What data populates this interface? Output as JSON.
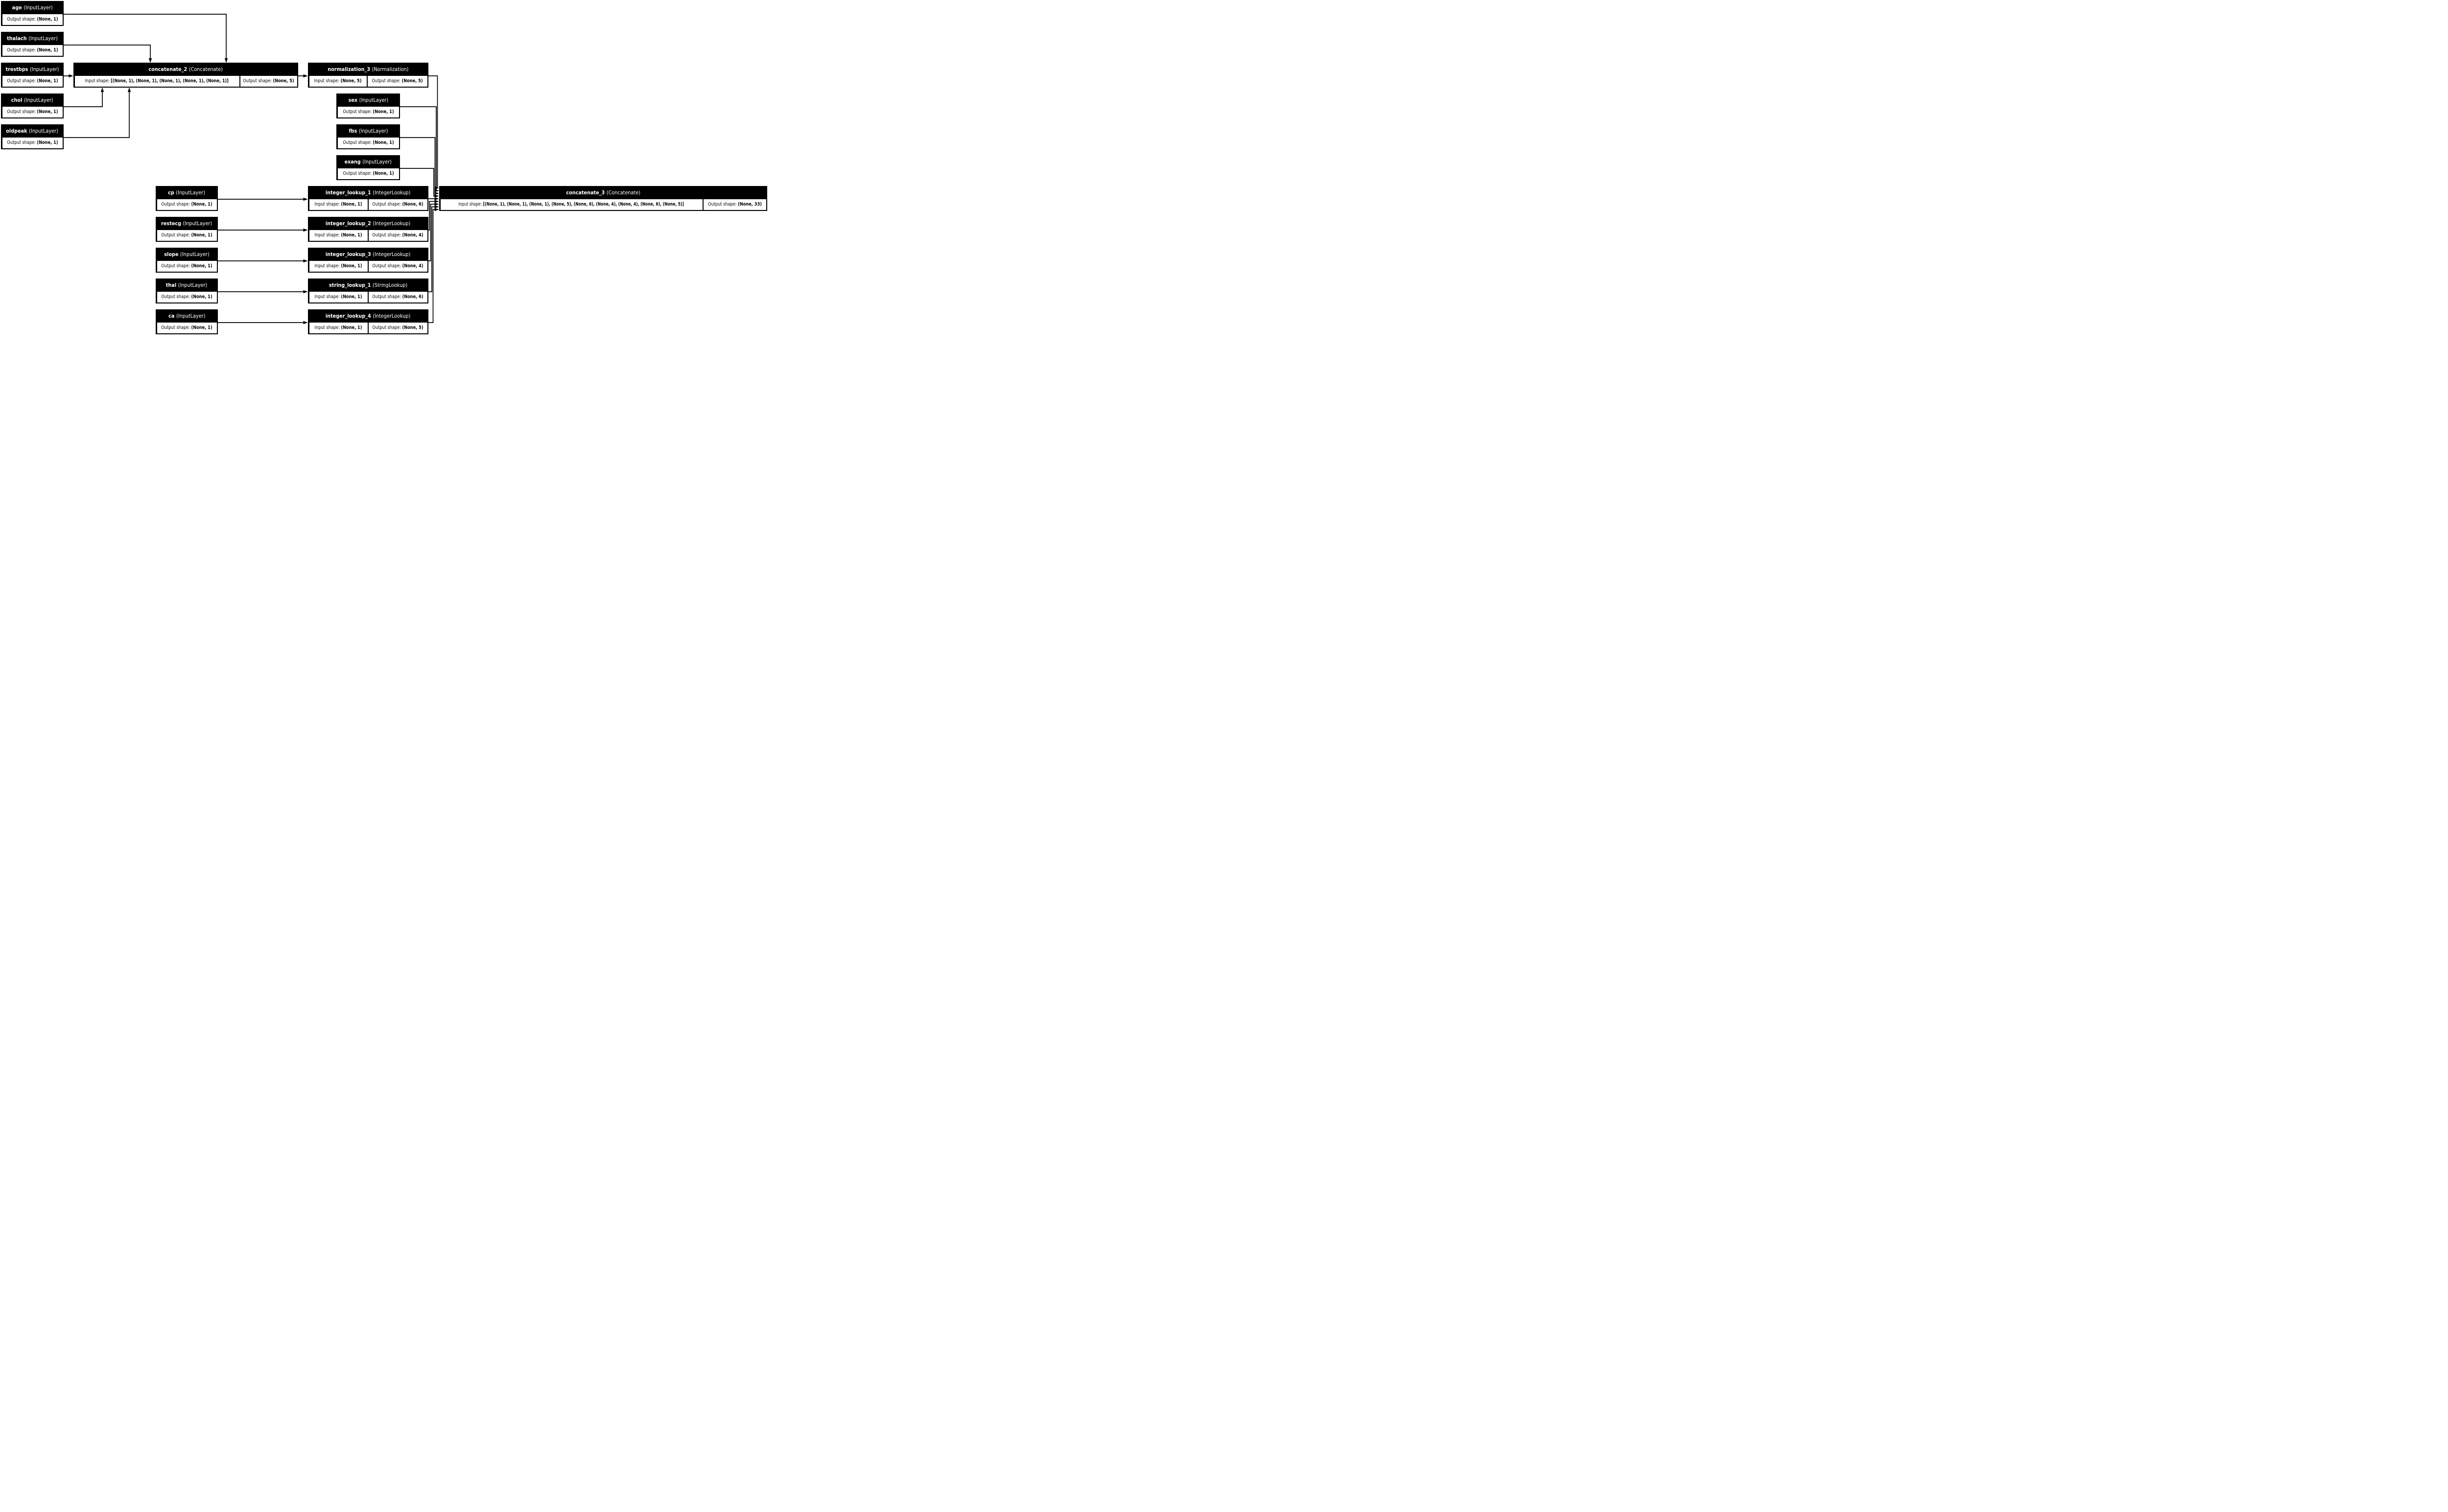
{
  "labels": {
    "input_shape": "Input shape:",
    "output_shape": "Output shape:"
  },
  "colors": {
    "node_bg": "#000000",
    "node_text": "#ffffff",
    "cell_bg": "#ffffff",
    "cell_text": "#000000",
    "edge": "#000000",
    "background": "#ffffff"
  },
  "nodes": [
    {
      "id": "age",
      "name": "age",
      "type": "(InputLayer)",
      "output_shape": "(None, 1)"
    },
    {
      "id": "thalach",
      "name": "thalach",
      "type": "(InputLayer)",
      "output_shape": "(None, 1)"
    },
    {
      "id": "trestbps",
      "name": "trestbps",
      "type": "(InputLayer)",
      "output_shape": "(None, 1)"
    },
    {
      "id": "chol",
      "name": "chol",
      "type": "(InputLayer)",
      "output_shape": "(None, 1)"
    },
    {
      "id": "oldpeak",
      "name": "oldpeak",
      "type": "(InputLayer)",
      "output_shape": "(None, 1)"
    },
    {
      "id": "concatenate_2",
      "name": "concatenate_2",
      "type": "(Concatenate)",
      "input_shape": "[(None, 1), (None, 1), (None, 1), (None, 1), (None, 1)]",
      "output_shape": "(None, 5)"
    },
    {
      "id": "normalization_3",
      "name": "normalization_3",
      "type": "(Normalization)",
      "input_shape": "(None, 5)",
      "output_shape": "(None, 5)"
    },
    {
      "id": "sex",
      "name": "sex",
      "type": "(InputLayer)",
      "output_shape": "(None, 1)"
    },
    {
      "id": "fbs",
      "name": "fbs",
      "type": "(InputLayer)",
      "output_shape": "(None, 1)"
    },
    {
      "id": "exang",
      "name": "exang",
      "type": "(InputLayer)",
      "output_shape": "(None, 1)"
    },
    {
      "id": "cp",
      "name": "cp",
      "type": "(InputLayer)",
      "output_shape": "(None, 1)"
    },
    {
      "id": "restecg",
      "name": "restecg",
      "type": "(InputLayer)",
      "output_shape": "(None, 1)"
    },
    {
      "id": "slope",
      "name": "slope",
      "type": "(InputLayer)",
      "output_shape": "(None, 1)"
    },
    {
      "id": "thal",
      "name": "thal",
      "type": "(InputLayer)",
      "output_shape": "(None, 1)"
    },
    {
      "id": "ca",
      "name": "ca",
      "type": "(InputLayer)",
      "output_shape": "(None, 1)"
    },
    {
      "id": "integer_lookup_1",
      "name": "integer_lookup_1",
      "type": "(IntegerLookup)",
      "input_shape": "(None, 1)",
      "output_shape": "(None, 6)"
    },
    {
      "id": "integer_lookup_2",
      "name": "integer_lookup_2",
      "type": "(IntegerLookup)",
      "input_shape": "(None, 1)",
      "output_shape": "(None, 4)"
    },
    {
      "id": "integer_lookup_3",
      "name": "integer_lookup_3",
      "type": "(IntegerLookup)",
      "input_shape": "(None, 1)",
      "output_shape": "(None, 4)"
    },
    {
      "id": "string_lookup_1",
      "name": "string_lookup_1",
      "type": "(StringLookup)",
      "input_shape": "(None, 1)",
      "output_shape": "(None, 6)"
    },
    {
      "id": "integer_lookup_4",
      "name": "integer_lookup_4",
      "type": "(IntegerLookup)",
      "input_shape": "(None, 1)",
      "output_shape": "(None, 5)"
    },
    {
      "id": "concatenate_3",
      "name": "concatenate_3",
      "type": "(Concatenate)",
      "input_shape": "[(None, 1), (None, 1), (None, 1), (None, 5), (None, 6), (None, 4), (None, 4), (None, 6), (None, 5)]",
      "output_shape": "(None, 33)"
    }
  ],
  "edges": [
    [
      "age",
      "concatenate_2"
    ],
    [
      "thalach",
      "concatenate_2"
    ],
    [
      "trestbps",
      "concatenate_2"
    ],
    [
      "chol",
      "concatenate_2"
    ],
    [
      "oldpeak",
      "concatenate_2"
    ],
    [
      "concatenate_2",
      "normalization_3"
    ],
    [
      "normalization_3",
      "concatenate_3"
    ],
    [
      "sex",
      "concatenate_3"
    ],
    [
      "fbs",
      "concatenate_3"
    ],
    [
      "exang",
      "concatenate_3"
    ],
    [
      "cp",
      "integer_lookup_1"
    ],
    [
      "restecg",
      "integer_lookup_2"
    ],
    [
      "slope",
      "integer_lookup_3"
    ],
    [
      "thal",
      "string_lookup_1"
    ],
    [
      "ca",
      "integer_lookup_4"
    ],
    [
      "integer_lookup_1",
      "concatenate_3"
    ],
    [
      "integer_lookup_2",
      "concatenate_3"
    ],
    [
      "integer_lookup_3",
      "concatenate_3"
    ],
    [
      "string_lookup_1",
      "concatenate_3"
    ],
    [
      "integer_lookup_4",
      "concatenate_3"
    ]
  ]
}
